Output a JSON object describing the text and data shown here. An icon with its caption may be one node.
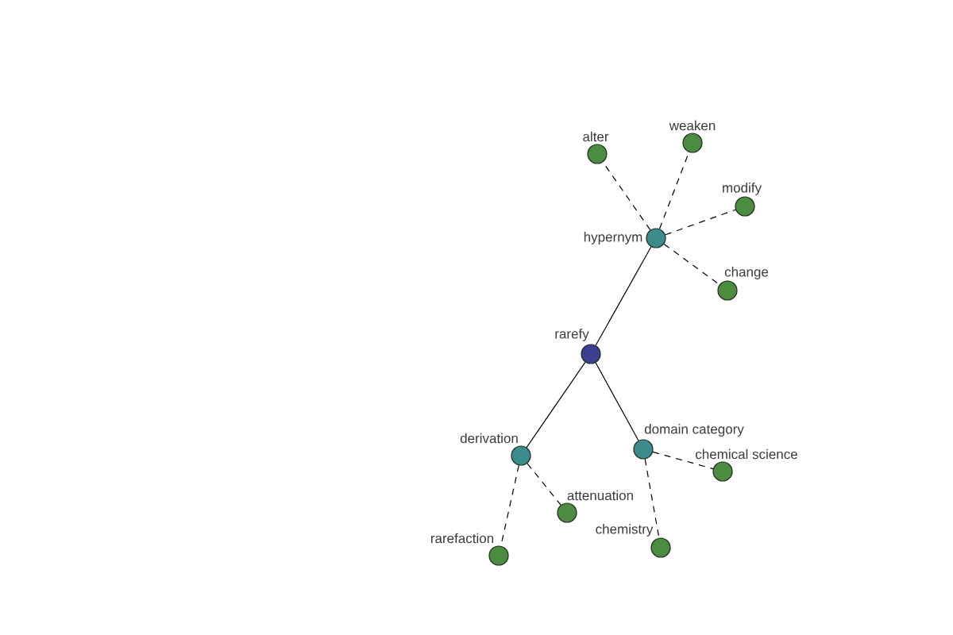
{
  "diagram": {
    "nodes": [
      {
        "text": [
          "alter"
        ]
      },
      {
        "text": [
          "weaken"
        ]
      },
      {
        "text": [
          "modify"
        ]
      },
      {
        "text": [
          "hypernym"
        ]
      },
      {
        "text": [
          "change"
        ]
      },
      {
        "text": [
          "rarefy"
        ]
      },
      {
        "text": [
          "derivation"
        ]
      },
      {
        "text": [
          "domain category"
        ]
      },
      {
        "text": [
          "chemical science"
        ]
      },
      {
        "text": [
          "attenuation"
        ]
      },
      {
        "text": [
          "chemistry"
        ]
      },
      {
        "text": [
          "rarefaction"
        ]
      }
    ],
    "edges": [
      {
        "from": 5,
        "to": 3,
        "arrow": "none"
      },
      {
        "from": 3,
        "to": 0,
        "arrow": "none",
        "style": "dashed"
      },
      {
        "from": 3,
        "to": 1,
        "arrow": "none",
        "style": "dashed"
      },
      {
        "from": 3,
        "to": 2,
        "arrow": "none",
        "style": "dashed"
      },
      {
        "from": 3,
        "to": 4,
        "arrow": "none",
        "style": "dashed"
      },
      {
        "from": 5,
        "to": 6,
        "arrow": "none"
      },
      {
        "from": 5,
        "to": 7,
        "arrow": "none"
      },
      {
        "from": 6,
        "to": 9,
        "arrow": "none",
        "style": "dashed"
      },
      {
        "from": 6,
        "to": 11,
        "arrow": "none",
        "style": "dashed"
      },
      {
        "from": 7,
        "to": 8,
        "arrow": "none",
        "style": "dashed"
      },
      {
        "from": 7,
        "to": 10,
        "arrow": "none",
        "style": "dashed"
      }
    ]
  }
}
